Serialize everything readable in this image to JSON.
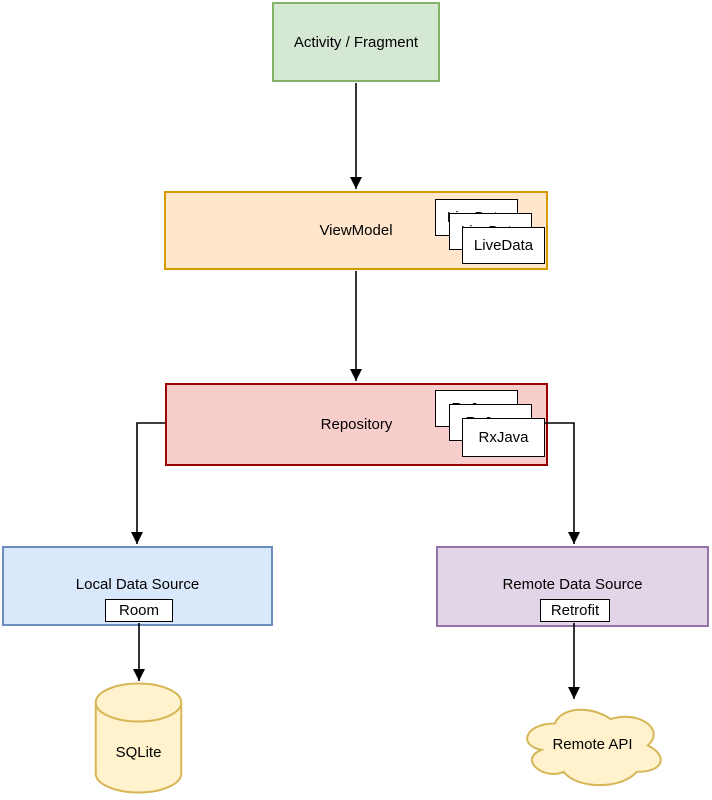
{
  "diagram": {
    "type": "architecture-flowchart",
    "nodes": {
      "activity": {
        "label": "Activity / Fragment",
        "fill": "#d5e8d4",
        "stroke": "#82b366"
      },
      "viewmodel": {
        "label": "ViewModel",
        "fill": "#ffe6cc",
        "stroke": "#d79b00",
        "stack": {
          "label": "LiveData",
          "count": 3,
          "fill": "#ffffff",
          "stroke": "#000000"
        }
      },
      "repository": {
        "label": "Repository",
        "fill": "#f8cecc",
        "stroke": "#990000",
        "stack": {
          "label": "RxJava",
          "count": 3,
          "fill": "#ffffff",
          "stroke": "#000000"
        }
      },
      "local_data_source": {
        "label": "Local Data Source",
        "badge": "Room",
        "fill": "#dae8fc",
        "stroke": "#6c8ebf"
      },
      "remote_data_source": {
        "label": "Remote Data Source",
        "badge": "Retrofit",
        "fill": "#e1d5e7",
        "stroke": "#9673a6"
      },
      "sqlite": {
        "label": "SQLite",
        "shape": "cylinder",
        "fill": "#fff2cc",
        "stroke": "#d6b656"
      },
      "remote_api": {
        "label": "Remote API",
        "shape": "cloud",
        "fill": "#fff2cc",
        "stroke": "#d6b656"
      }
    },
    "edges": [
      {
        "from": "activity",
        "to": "viewmodel",
        "style": "straight-arrow"
      },
      {
        "from": "viewmodel",
        "to": "repository",
        "style": "straight-arrow"
      },
      {
        "from": "repository",
        "to": "local_data_source",
        "style": "elbow-arrow"
      },
      {
        "from": "repository",
        "to": "remote_data_source",
        "style": "elbow-arrow"
      },
      {
        "from": "local_data_source",
        "to": "sqlite",
        "style": "straight-arrow"
      },
      {
        "from": "remote_data_source",
        "to": "remote_api",
        "style": "straight-arrow"
      }
    ],
    "connector_color": "#000000",
    "background": "#ffffff"
  }
}
